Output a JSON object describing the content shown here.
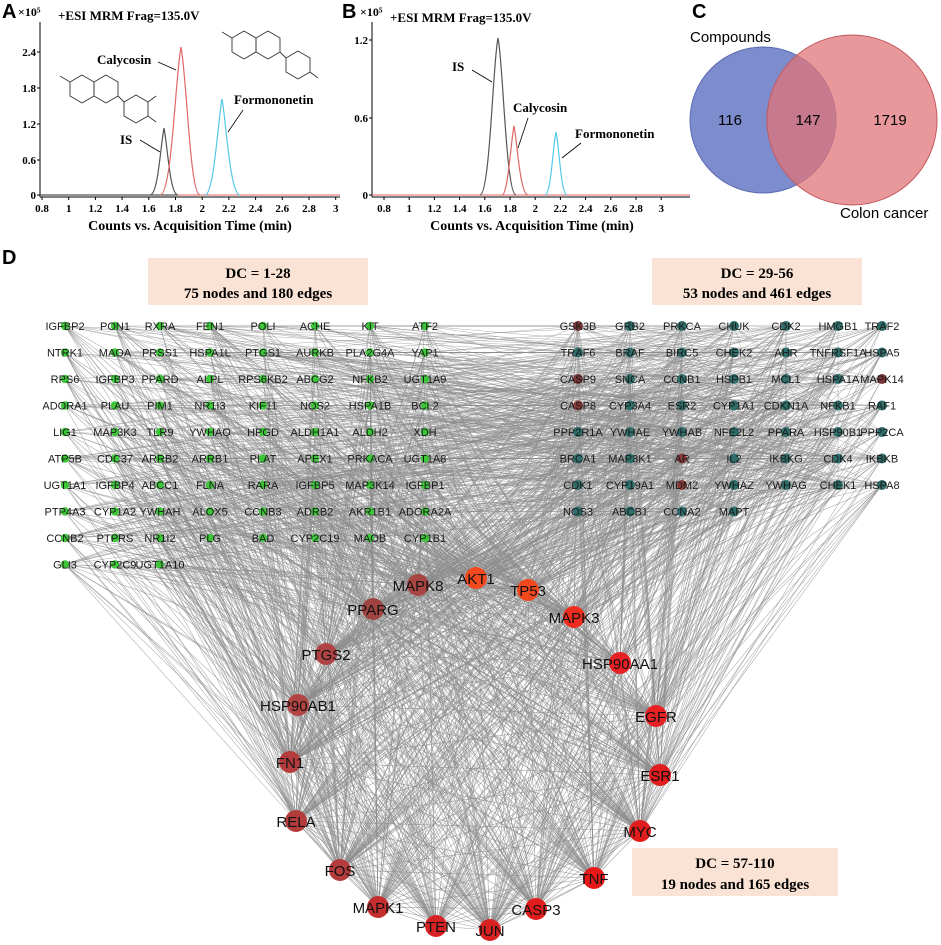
{
  "panels": {
    "A": "A",
    "B": "B",
    "C": "C",
    "D": "D"
  },
  "panelA": {
    "scale": "×10⁵",
    "method": "+ESI MRM Frag=135.0V",
    "xlabel": "Counts vs. Acquisition Time (min)",
    "yticks": [
      "2.4",
      "1.8",
      "1.2",
      "0.6",
      "0"
    ],
    "xticks": [
      "0.8",
      "1",
      "1.2",
      "1.4",
      "1.6",
      "1.8",
      "2",
      "2.2",
      "2.4",
      "2.6",
      "2.8",
      "3"
    ],
    "labels": {
      "calycosin": "Calycosin",
      "formononetin": "Formononetin",
      "is": "IS"
    }
  },
  "panelB": {
    "scale": "×10⁵",
    "method": "+ESI MRM Frag=135.0V",
    "xlabel": "Counts vs. Acquisition Time (min)",
    "yticks": [
      "1.2",
      "0.6",
      "0"
    ],
    "xticks": [
      "0.8",
      "1",
      "1.2",
      "1.4",
      "1.6",
      "1.8",
      "2",
      "2.2",
      "2.4",
      "2.6",
      "2.8",
      "3"
    ],
    "labels": {
      "is": "IS",
      "calycosin": "Calycosin",
      "formononetin": "Formononetin"
    }
  },
  "venn": {
    "compounds": "Compounds",
    "colon": "Colon cancer",
    "only_compounds": "116",
    "overlap": "147",
    "only_colon": "1719",
    "colors": {
      "compounds": "#6f80c8",
      "colon": "#e07478"
    }
  },
  "network": {
    "box1": {
      "title": "DC = 1-28",
      "sub": "75 nodes and 180 edges"
    },
    "box2": {
      "title": "DC = 29-56",
      "sub": "53 nodes and 461 edges"
    },
    "box3": {
      "title": "DC = 57-110",
      "sub": "19 nodes and 165 edges"
    },
    "left_nodes": [
      [
        "IGFBP2",
        "PON1",
        "RXRA",
        "FEN1",
        "POLI",
        "ACHE",
        "KIT",
        "ATF2"
      ],
      [
        "NTRK1",
        "MAOA",
        "PRSS1",
        "HSPA1L",
        "PTGS1",
        "AURKB",
        "PLA2G4A",
        "YAP1"
      ],
      [
        "RPS6",
        "IGFBP3",
        "PPARD",
        "ALPL",
        "RPS6KB2",
        "ABCG2",
        "NFKB2",
        "UGT1A9"
      ],
      [
        "ADORA1",
        "PLAU",
        "PIM1",
        "NR1I3",
        "KIF11",
        "NOS2",
        "HSPA1B",
        "BCL2"
      ],
      [
        "LIG1",
        "MAP3K3",
        "TLR9",
        "YWHAQ",
        "HPGD",
        "ALDH1A1",
        "ALDH2",
        "XDH"
      ],
      [
        "ATP5B",
        "CDC37",
        "ARRB2",
        "ARRB1",
        "PLAT",
        "APEX1",
        "PRKACA",
        "UGT1A8"
      ],
      [
        "UGT1A1",
        "IGFBP4",
        "ABCC1",
        "FLNA",
        "RARA",
        "IGFBP5",
        "MAP3K14",
        "IGFBP1"
      ],
      [
        "PTP4A3",
        "CYP1A2",
        "YWHAH",
        "ALOX5",
        "CCNB3",
        "ADRB2",
        "AKR1B1",
        "ADORA2A"
      ],
      [
        "CCNB2",
        "PTPRS",
        "NR1I2",
        "PLG",
        "BAD",
        "CYP2C19",
        "MAOB",
        "CYP1B1"
      ],
      [
        "GLI3",
        "CYP2C9",
        "UGT1A10"
      ]
    ],
    "right_nodes": [
      [
        "GSK3B",
        "GRB2",
        "PRKCA",
        "CHUK",
        "CDK2",
        "HMGB1",
        "TRAF2"
      ],
      [
        "TRAF6",
        "BRAF",
        "BIRC5",
        "CHEK2",
        "AHR",
        "TNFRSF1A",
        "HSPA5"
      ],
      [
        "CASP9",
        "SNCA",
        "CCNB1",
        "HSPB1",
        "MCL1",
        "HSPA1A",
        "MAPK14"
      ],
      [
        "CASP8",
        "CYP3A4",
        "ESR2",
        "CYP1A1",
        "CDKN1A",
        "NFKB1",
        "RAF1"
      ],
      [
        "PPP2R1A",
        "YWHAE",
        "YWHAB",
        "NFE2L2",
        "PPARA",
        "HSP90B1",
        "PPP2CA"
      ],
      [
        "BRCA1",
        "MAP3K1",
        "AR",
        "IL2",
        "IKBKG",
        "CDK4",
        "IKBKB"
      ],
      [
        "CDK1",
        "CYP19A1",
        "MDM2",
        "YWHAZ",
        "YWHAG",
        "CHEK1",
        "HSPA8"
      ],
      [
        "NOS3",
        "ABCB1",
        "CCNA2",
        "MAPT"
      ]
    ],
    "right_node_colors": [
      [
        "#7a3636",
        "#2f6e6a",
        "#2f6e6a",
        "#2f6e6a",
        "#2f6e6a",
        "#2f6e6a",
        "#2f6e6a"
      ],
      [
        "#2f6e6a",
        "#2f6e6a",
        "#2f6e6a",
        "#2f6e6a",
        "#2f6e6a",
        "#2f6e6a",
        "#2f6e6a"
      ],
      [
        "#7a3636",
        "#2f6e6a",
        "#2f6e6a",
        "#2f6e6a",
        "#2f6e6a",
        "#2f6e6a",
        "#7a3636"
      ],
      [
        "#8a3a3a",
        "#2f6e6a",
        "#2f6e6a",
        "#2f6e6a",
        "#2f6e6a",
        "#2f6e6a",
        "#2f6e6a"
      ],
      [
        "#2f6e6a",
        "#2f6e6a",
        "#2f6e6a",
        "#2f6e6a",
        "#2f6e6a",
        "#2f6e6a",
        "#2f6e6a"
      ],
      [
        "#2f6e6a",
        "#2f6e6a",
        "#8a3a3a",
        "#2f6e6a",
        "#2f6e6a",
        "#2f6e6a",
        "#2f6e6a"
      ],
      [
        "#2f6e6a",
        "#2f6e6a",
        "#8a3a3a",
        "#2f6e6a",
        "#2f6e6a",
        "#2f6e6a",
        "#2f6e6a"
      ],
      [
        "#2f6e6a",
        "#2f6e6a",
        "#2f6e6a",
        "#2f6e6a"
      ]
    ],
    "hubs": [
      {
        "label": "AKT1",
        "color": "#f24a1e"
      },
      {
        "label": "TP53",
        "color": "#f2461d"
      },
      {
        "label": "MAPK8",
        "color": "#a84441"
      },
      {
        "label": "PPARG",
        "color": "#a04442"
      },
      {
        "label": "MAPK3",
        "color": "#ee2d1f"
      },
      {
        "label": "PTGS2",
        "color": "#b04444"
      },
      {
        "label": "HSP90AA1",
        "color": "#e82224"
      },
      {
        "label": "HSP90AB1",
        "color": "#b34444"
      },
      {
        "label": "EGFR",
        "color": "#e82224"
      },
      {
        "label": "FN1",
        "color": "#b43c3c"
      },
      {
        "label": "ESR1",
        "color": "#e01c1c"
      },
      {
        "label": "RELA",
        "color": "#b43c3c"
      },
      {
        "label": "MYC",
        "color": "#e01c1c"
      },
      {
        "label": "FOS",
        "color": "#b43c3c"
      },
      {
        "label": "TNF",
        "color": "#e81818"
      },
      {
        "label": "MAPK1",
        "color": "#c42e2e"
      },
      {
        "label": "CASP3",
        "color": "#e21c1c"
      },
      {
        "label": "PTEN",
        "color": "#d62222"
      },
      {
        "label": "JUN",
        "color": "#d82222"
      }
    ],
    "colors": {
      "edge": "#8c8c8c",
      "leftNode": "#3ec63a",
      "box": "#fae3d5"
    }
  }
}
